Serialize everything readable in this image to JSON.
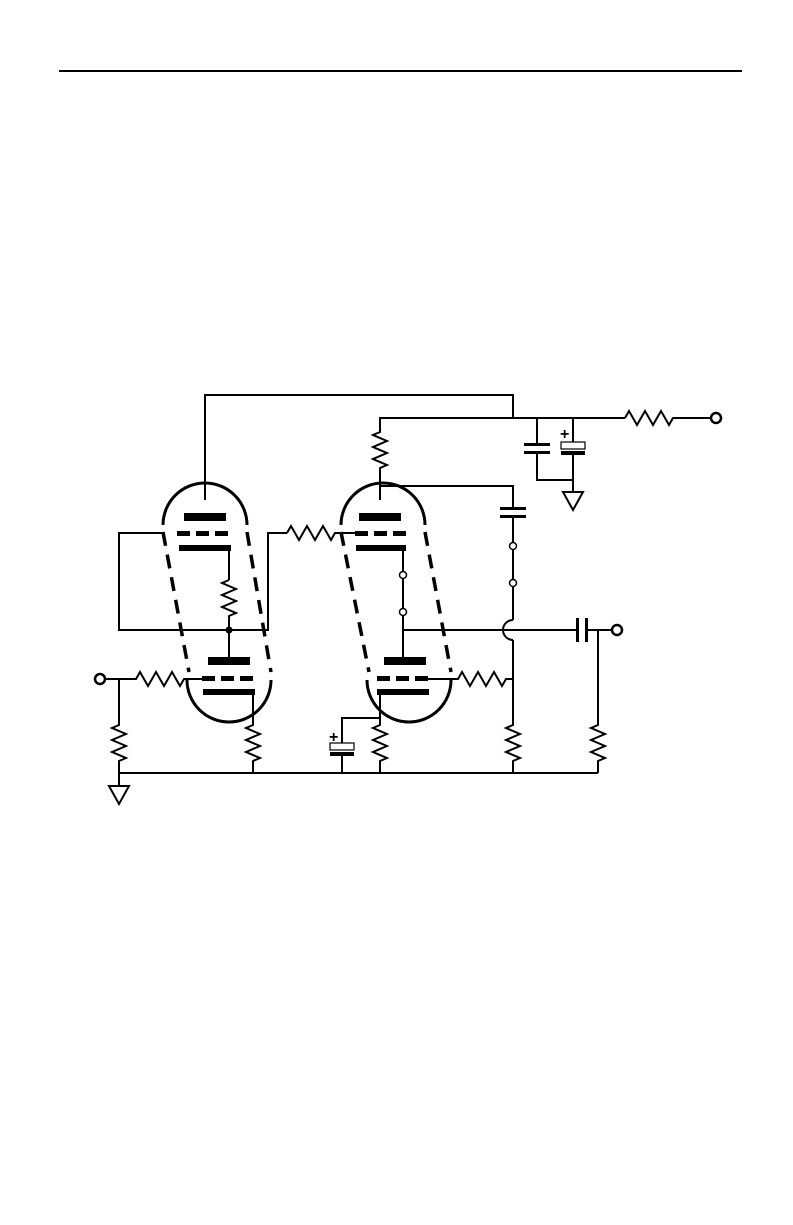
{
  "page": {
    "header_rule": true
  },
  "schematic": {
    "polarity_mark": "+",
    "tubes": [
      "left-triode-pair",
      "right-triode-pair"
    ],
    "terminals": [
      "input-terminal",
      "output-terminal",
      "supply-terminal"
    ],
    "grounds": [
      "ground-left",
      "ground-supply"
    ]
  }
}
